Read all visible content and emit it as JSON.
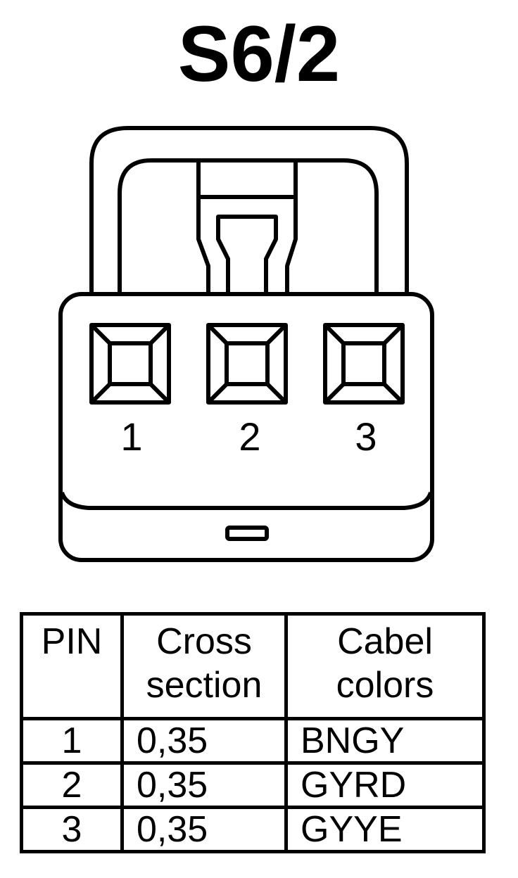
{
  "title": "S6/2",
  "connector": {
    "pin_labels": [
      "1",
      "2",
      "3"
    ]
  },
  "table": {
    "headers": [
      [
        "PIN"
      ],
      [
        "Cross",
        "section"
      ],
      [
        "Cabel",
        "colors"
      ]
    ],
    "rows": [
      {
        "pin": "1",
        "cross_section": "0,35",
        "colors": "BNGY"
      },
      {
        "pin": "2",
        "cross_section": "0,35",
        "colors": "GYRD"
      },
      {
        "pin": "3",
        "cross_section": "0,35",
        "colors": "GYYE"
      }
    ]
  }
}
